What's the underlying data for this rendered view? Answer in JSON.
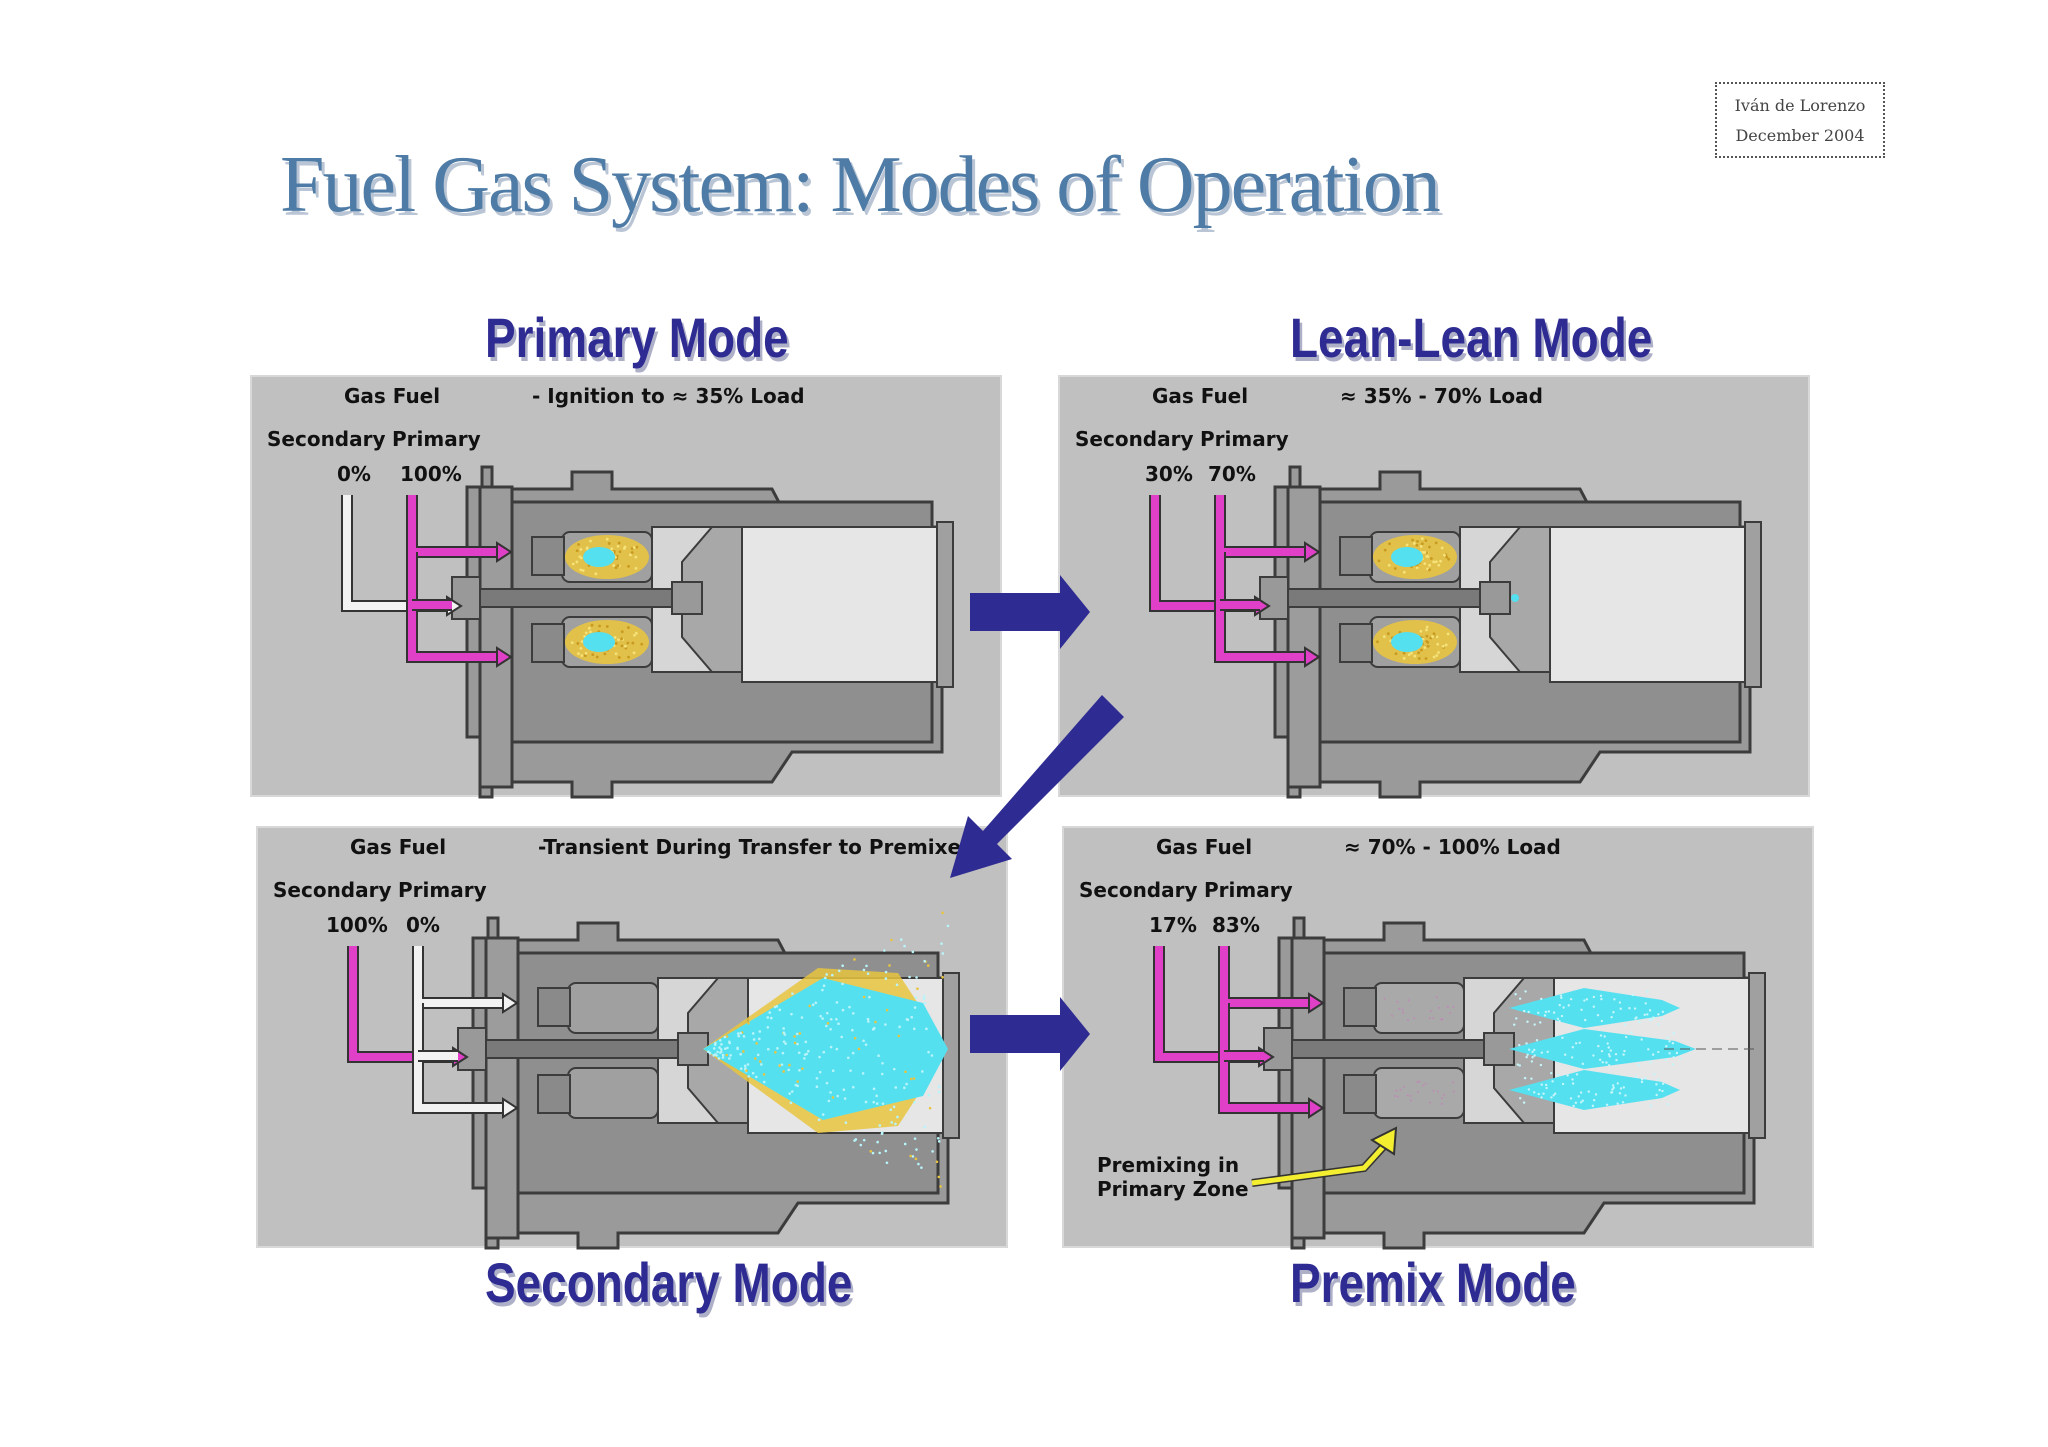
{
  "author": {
    "name": "Iván de Lorenzo",
    "date": "December 2004"
  },
  "title": "Fuel Gas System: Modes of Operation",
  "panels": {
    "primary": {
      "mode": "Primary Mode",
      "gas_fuel": "Gas Fuel",
      "load": "- Ignition to ≈ 35% Load",
      "secondary_label": "Secondary",
      "primary_label": "Primary",
      "secondary_pct": "0%",
      "primary_pct": "100%"
    },
    "lean": {
      "mode": "Lean-Lean Mode",
      "gas_fuel": "Gas Fuel",
      "load": "≈ 35% - 70% Load",
      "secondary_label": "Secondary",
      "primary_label": "Primary",
      "secondary_pct": "30%",
      "primary_pct": "70%"
    },
    "secondary": {
      "mode": "Secondary Mode",
      "gas_fuel": "Gas Fuel",
      "load": "-Transient During Transfer to Premixed",
      "secondary_label": "Secondary",
      "primary_label": "Primary",
      "secondary_pct": "100%",
      "primary_pct": "0%"
    },
    "premix": {
      "mode": "Premix Mode",
      "gas_fuel": "Gas Fuel",
      "load": "≈ 70% - 100% Load",
      "secondary_label": "Secondary",
      "primary_label": "Primary",
      "secondary_pct": "17%",
      "primary_pct": "83%",
      "annotation": [
        "Premixing in",
        "Primary Zone"
      ]
    }
  },
  "colors": {
    "title": "#4f7ca6",
    "mode_label": "#2e2b92",
    "arrow": "#2e2b92",
    "fuel_active": "#e040c8",
    "fuel_inactive": "#f0f0f0",
    "flame_primary": "#e8c440",
    "flame_premix": "#55e0f0",
    "annotation_arrow": "#f3ee30"
  }
}
